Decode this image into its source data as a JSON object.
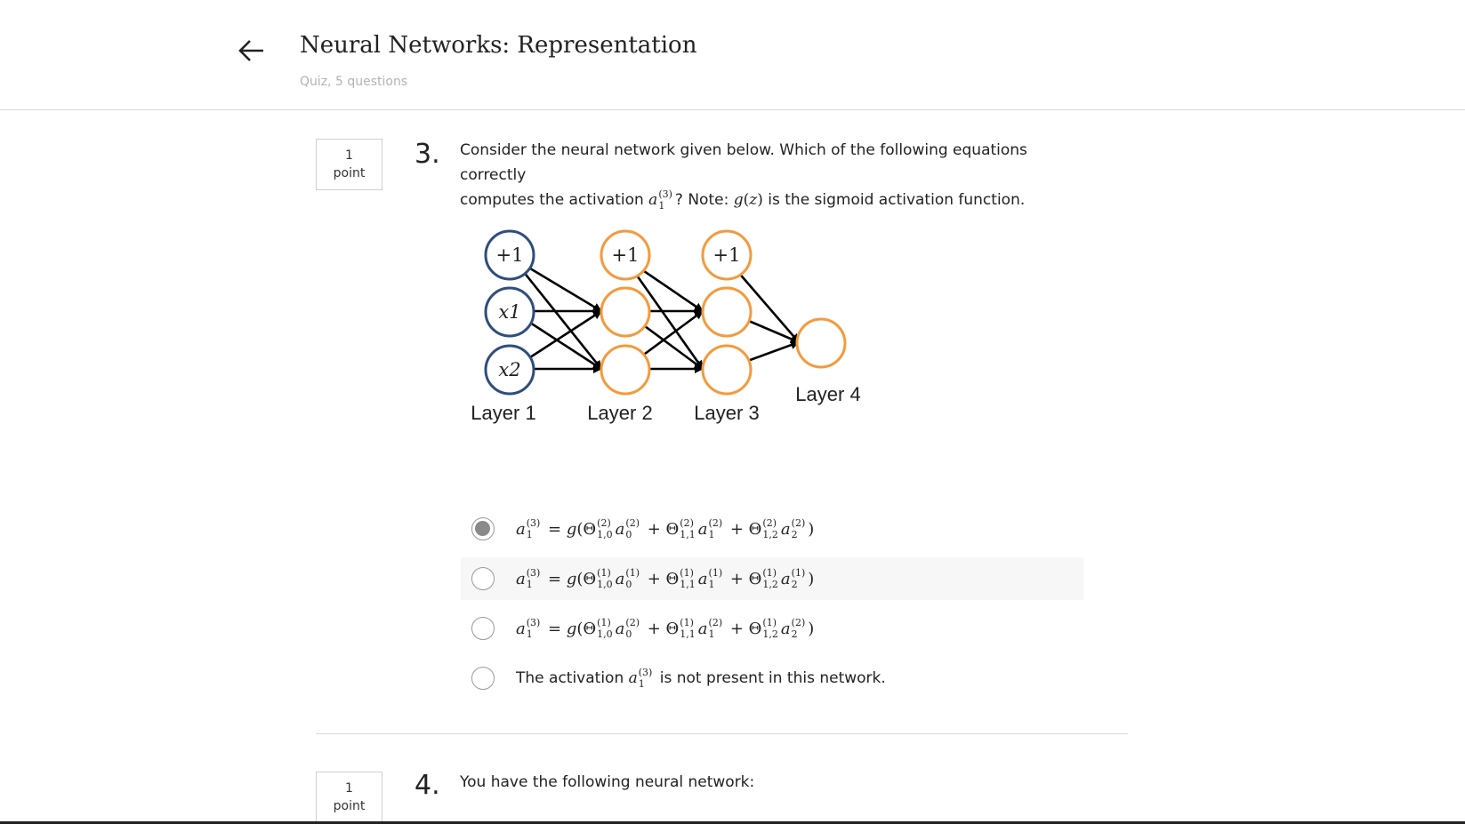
{
  "header": {
    "title": "Neural Networks: Representation",
    "subtitle": "Quiz, 5 questions"
  },
  "question3": {
    "points_value": "1",
    "points_unit": "point",
    "number": "3.",
    "text_line1": "Consider the neural network given below. Which of the following equations correctly",
    "text_prefix": "computes the activation",
    "text_note": "? Note:",
    "text_suffix": "is the sigmoid activation function.",
    "diagram": {
      "bias_label": "+1",
      "x1_label": "x1",
      "x2_label": "x2",
      "layer_labels": [
        "Layer 1",
        "Layer 2",
        "Layer 3",
        "Layer 4"
      ],
      "input_color": "#2f4d7d",
      "hidden_color": "#f39a3c"
    },
    "options": [
      {
        "selected": true,
        "theta_layer": "2",
        "a_layer": "2"
      },
      {
        "selected": false,
        "theta_layer": "1",
        "a_layer": "1"
      },
      {
        "selected": false,
        "theta_layer": "1",
        "a_layer": "2"
      },
      {
        "selected": false,
        "text_prefix": "The activation",
        "text_suffix": "is not present in this network."
      }
    ]
  },
  "question4": {
    "points_value": "1",
    "points_unit": "point",
    "number": "4.",
    "text": "You have the following neural network:"
  }
}
